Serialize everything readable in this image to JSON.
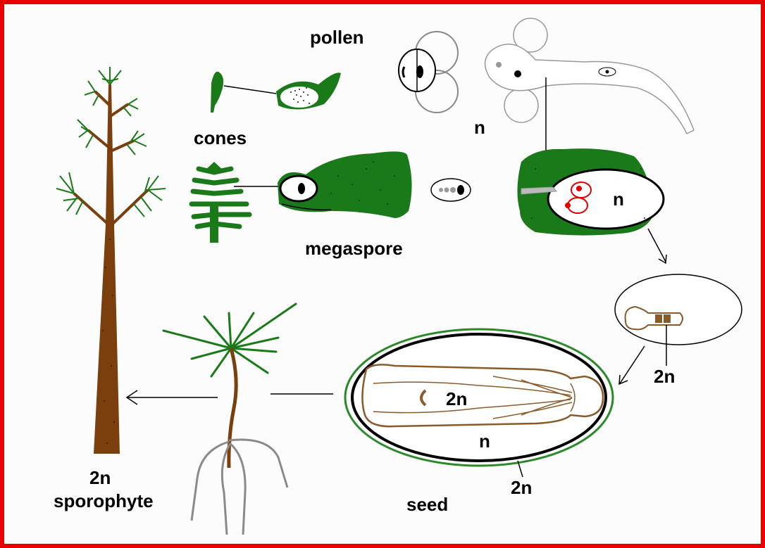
{
  "labels": {
    "pollen": "pollen",
    "n_pollen": "n",
    "cones": "cones",
    "megaspore": "megaspore",
    "n_ovule": "n",
    "two_n_embryo_small": "2n",
    "two_n_embryo": "2n",
    "n_endosperm": "n",
    "two_n_coat": "2n",
    "seed": "seed",
    "two_n_sporophyte": "2n",
    "sporophyte": "sporophyte"
  },
  "colors": {
    "frame": "#e60000",
    "foliage": "#1a7a1a",
    "trunk": "#7a3f0d",
    "embryo": "#8a5a2b",
    "root": "#8a8a8a",
    "egg": "#e00000",
    "seed_coat": "#2a8a2a"
  }
}
